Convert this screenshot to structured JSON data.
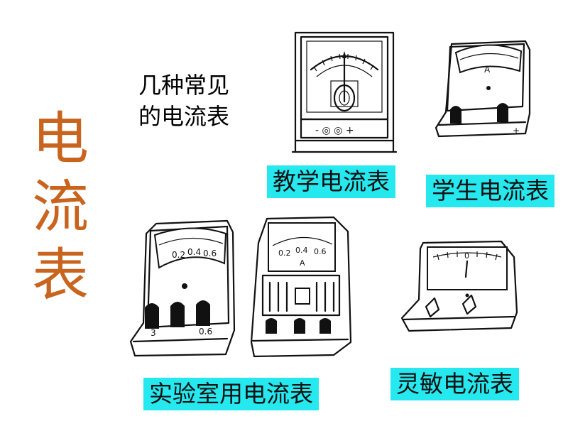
{
  "title": {
    "chars": [
      "电",
      "流",
      "表"
    ],
    "color": "#c8641e"
  },
  "subtitle": {
    "line1": "几种常见",
    "line2": "的电流表"
  },
  "labels": {
    "teaching": "教学电流表",
    "student": "学生电流表",
    "lab": "实验室用电流表",
    "sensitive": "灵敏电流表"
  },
  "label_bg": "#26e8ef",
  "meters": {
    "teaching": {
      "icon": "teaching-ammeter-icon",
      "terminals": "- ◎ ◎ +"
    },
    "student": {
      "icon": "student-ammeter-icon",
      "unit": "A"
    },
    "lab1": {
      "icon": "lab-ammeter-icon",
      "scale": [
        "0.2",
        "0.4",
        "0.6"
      ],
      "terminals": [
        "3",
        "0.6"
      ]
    },
    "lab2": {
      "icon": "lab-ammeter-icon",
      "scale": [
        "0.2",
        "0.4",
        "0.6"
      ],
      "unit": "A"
    },
    "sensitive": {
      "icon": "galvanometer-icon",
      "zero": "0"
    }
  }
}
